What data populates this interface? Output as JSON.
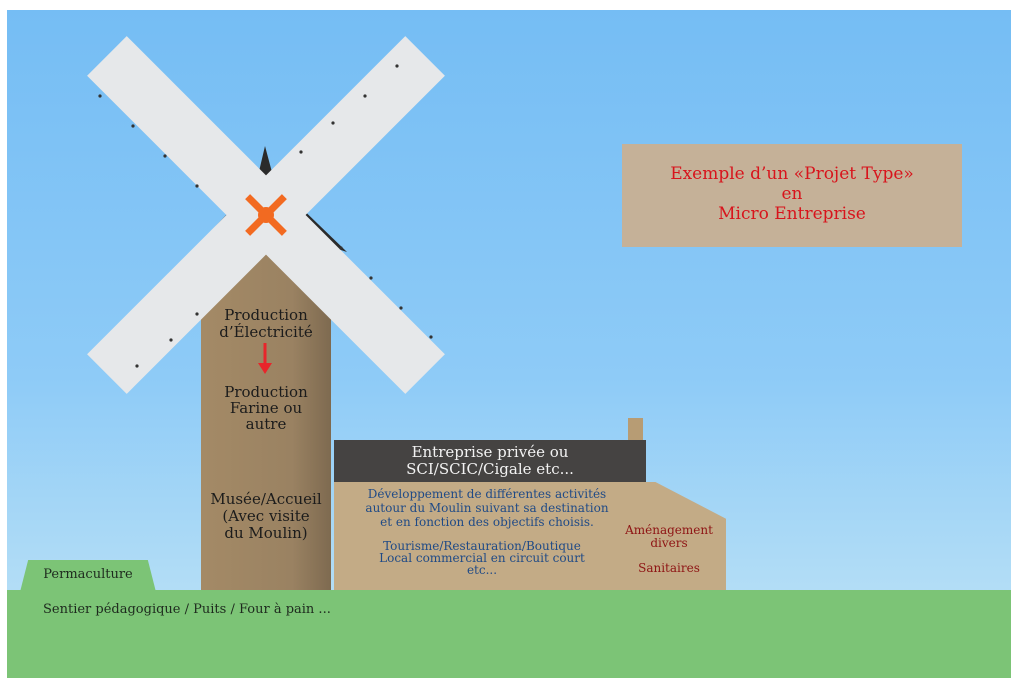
{
  "title_box": {
    "line1": "Exemple d’un «Projet Type»",
    "line2": "en",
    "line3": "Micro Entreprise"
  },
  "tower": {
    "production_electricite": [
      "Production",
      "d’Électricité"
    ],
    "production_farine": [
      "Production",
      "Farine ou",
      "autre"
    ],
    "musee": [
      "Musée/Accueil",
      "(Avec visite",
      "du Moulin)"
    ]
  },
  "house": {
    "sign": [
      "Entreprise privée ou",
      "SCI/SCIC/Cigale etc..."
    ],
    "developpement": [
      "Développement de différentes activités",
      "autour du Moulin suivant sa destination",
      "et en fonction des objectifs choisis."
    ],
    "tourisme": [
      "Tourisme/Restauration/Boutique",
      "Local commercial en circuit court",
      "etc..."
    ],
    "amenagement": [
      "Aménagement",
      "divers"
    ],
    "sanitaires": "Sanitaires"
  },
  "ground": {
    "permaculture": "Permaculture",
    "sentier": "Sentier pédagogique / Puits / Four à pain ..."
  },
  "colors": {
    "sky_top": "#75bdf4",
    "sky_bottom": "#b4def6",
    "grass": "#7cc476",
    "tower": "#9a8262",
    "house_sign": "#454342",
    "house_wall": "#c3ab86",
    "title_box": "#c5b198",
    "title_text": "#d8141c",
    "arrow": "#e8252b",
    "hub": "#f26a21",
    "sail": "#e6e8ea",
    "activities_text": "#1f4a86",
    "amenagement_text": "#8e1414"
  }
}
